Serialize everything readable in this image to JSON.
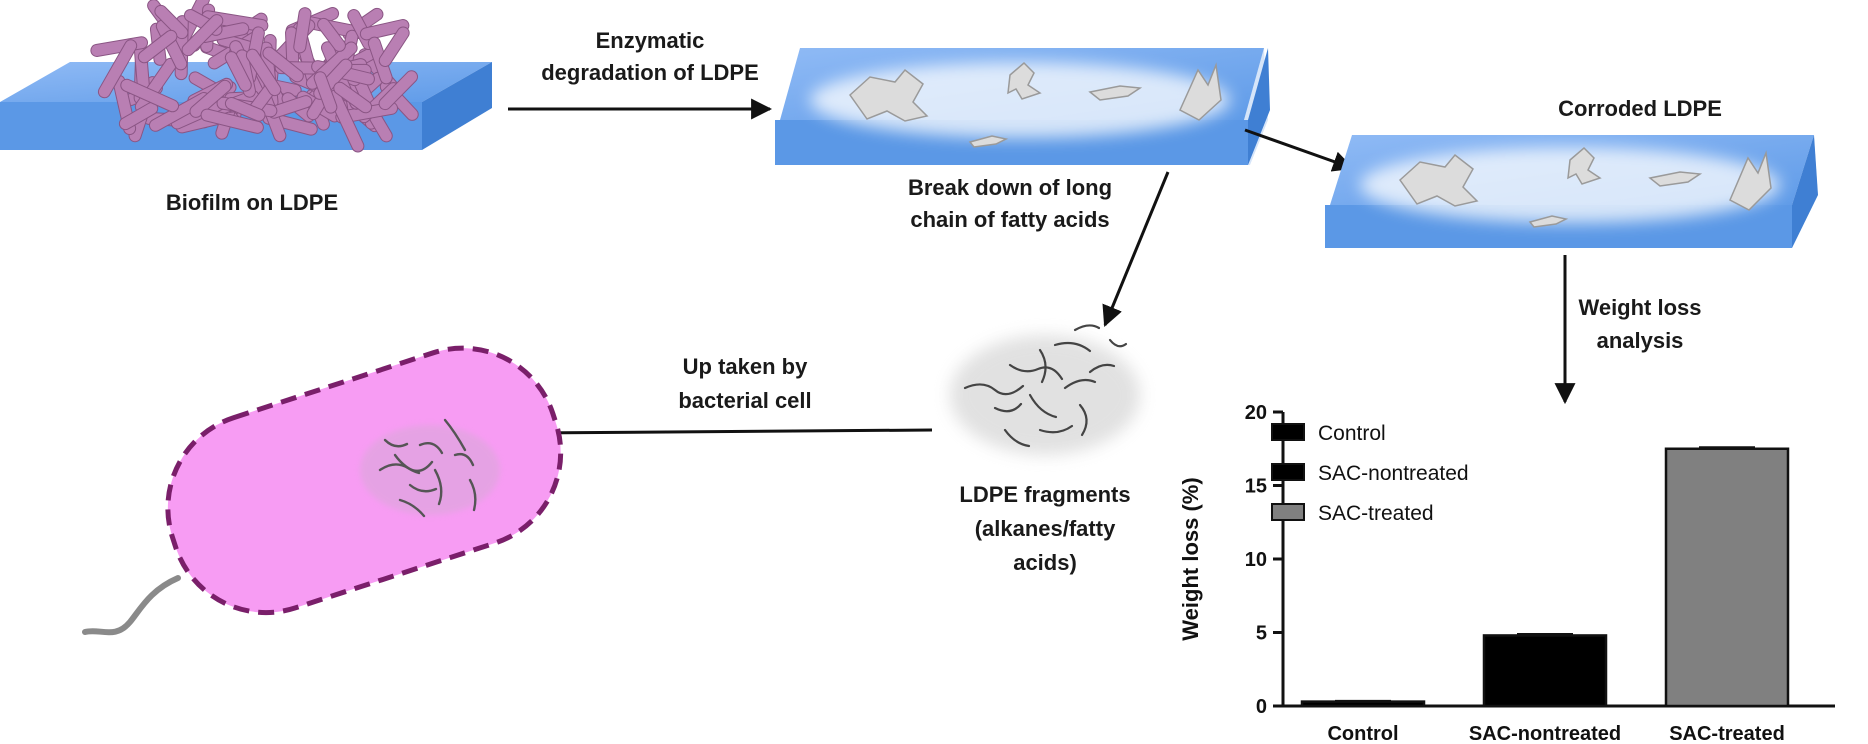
{
  "diagram": {
    "biofilm_label": "Biofilm on LDPE",
    "enzymatic_line1": "Enzymatic",
    "enzymatic_line2": "degradation of LDPE",
    "breakdown_line1": "Break down of long",
    "breakdown_line2": "chain of fatty acids",
    "corroded_label": "Corroded LDPE",
    "weightloss_line1": "Weight loss",
    "weightloss_line2": "analysis",
    "uptake_line1": "Up taken by",
    "uptake_line2": "bacterial cell",
    "fragments_line1": "LDPE fragments",
    "fragments_line2": "(alkanes/fatty",
    "fragments_line3": "acids)"
  },
  "colors": {
    "ldpe_blue": "#6fa8f0",
    "biofilm_purple": "#b97fb3",
    "cell_fill": "#f79cf3",
    "cell_border": "#7a1f6a",
    "flagellum": "#8a8a8a"
  },
  "chart_data": {
    "type": "bar",
    "categories": [
      "Control",
      "SAC-nontreated",
      "SAC-treated"
    ],
    "values": [
      0.3,
      4.8,
      17.5
    ],
    "errors": [
      0.05,
      0.1,
      0.1
    ],
    "bar_colors": [
      "#000000",
      "#000000",
      "#808080"
    ],
    "ylabel": "Weight loss (%)",
    "xlabel": "",
    "ylim": [
      0,
      20
    ],
    "yticks": [
      0,
      5,
      10,
      15,
      20
    ],
    "legend": [
      {
        "name": "Control",
        "color": "#000000"
      },
      {
        "name": "SAC-nontreated",
        "color": "#000000"
      },
      {
        "name": "SAC-treated",
        "color": "#808080"
      }
    ],
    "legend_position": "top-left",
    "grid": false
  }
}
